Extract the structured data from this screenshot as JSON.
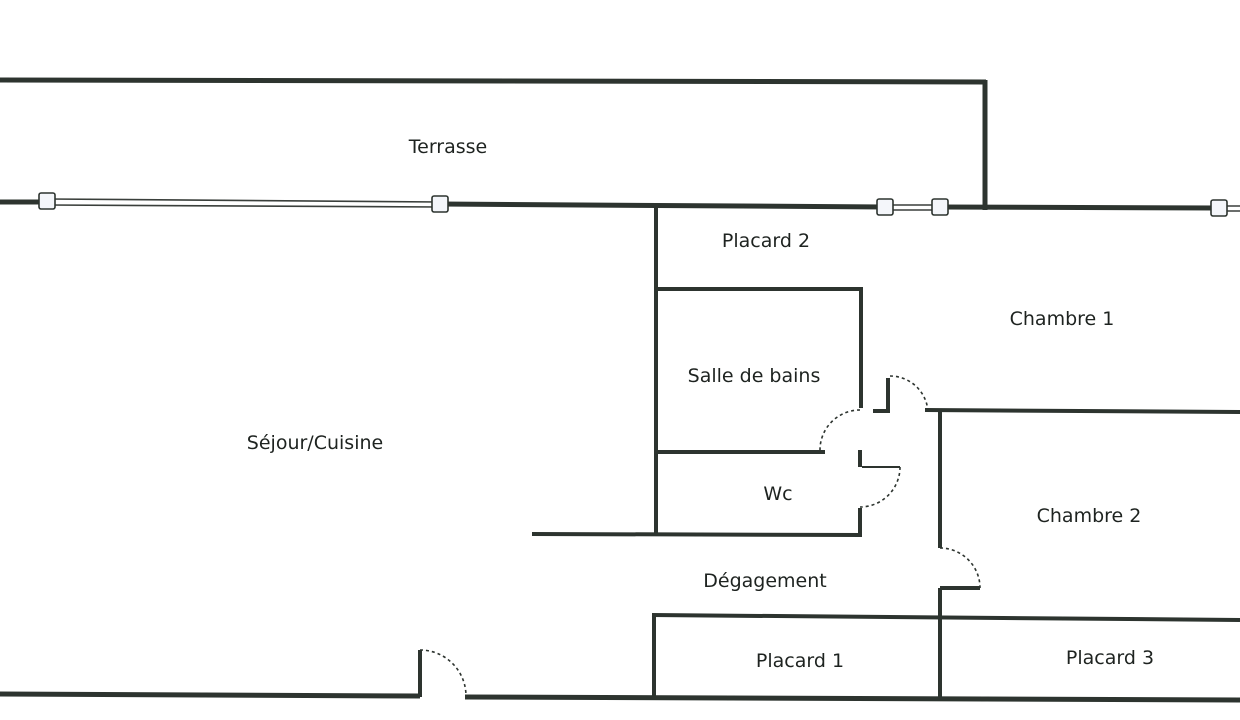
{
  "plan": {
    "rooms": {
      "terrasse": "Terrasse",
      "placard2": "Placard 2",
      "chambre1": "Chambre 1",
      "salle_de_bains": "Salle de bains",
      "sejour_cuisine": "Séjour/Cuisine",
      "wc": "Wc",
      "chambre2": "Chambre 2",
      "degagement": "Dégagement",
      "placard1": "Placard 1",
      "placard3": "Placard 3"
    },
    "colors": {
      "wall": "#2d342f",
      "background": "#ffffff",
      "text": "#1e2320"
    }
  }
}
